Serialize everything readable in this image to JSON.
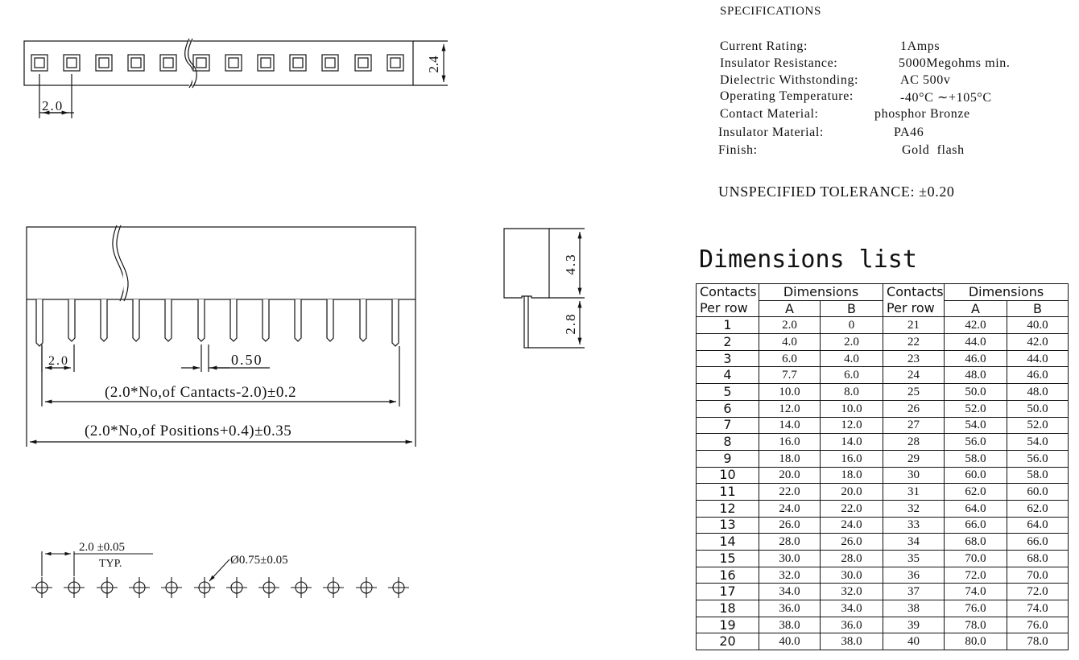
{
  "specifications": {
    "title": "SPECIFICATIONS",
    "rows": [
      {
        "label": "Current Rating:",
        "value": "1Amps"
      },
      {
        "label": "Insulator Resistance:",
        "value": "5000Megohms min."
      },
      {
        "label": "Dielectric Withstonding:",
        "value": "AC 500v"
      },
      {
        "label": "Operating Temperature:",
        "value": "-40°C ∼+105°C"
      },
      {
        "label": "Contact Material:",
        "value": "phosphor Bronze"
      },
      {
        "label": "Insulator Material:",
        "value": "PA46"
      },
      {
        "label": "Finish:",
        "value": "Gold  flash"
      }
    ],
    "tolerance": "UNSPECIFIED TOLERANCE: ±0.20"
  },
  "drawing": {
    "top_view": {
      "pitch": "2.0",
      "height": "2.4"
    },
    "front_view": {
      "pitch": "2.0",
      "pin_width": "0.50",
      "contacts_formula": "(2.0*No,of Cantacts-2.0)±0.2",
      "positions_formula": "(2.0*No,of Positions+0.4)±0.35"
    },
    "side_view": {
      "body_height": "4.3",
      "pin_length": "2.8"
    },
    "footprint": {
      "pitch": "2.0 ±0.05",
      "typ": "TYP.",
      "hole": "Ø0.75±0.05"
    }
  },
  "dimensions_list": {
    "title": "Dimensions list",
    "headers": {
      "contacts": "Contacts",
      "per_row": "Per row",
      "dimensions": "Dimensions",
      "a": "A",
      "b": "B"
    },
    "rows": [
      [
        "1",
        "2.0",
        "0",
        "21",
        "42.0",
        "40.0"
      ],
      [
        "2",
        "4.0",
        "2.0",
        "22",
        "44.0",
        "42.0"
      ],
      [
        "3",
        "6.0",
        "4.0",
        "23",
        "46.0",
        "44.0"
      ],
      [
        "4",
        "7.7",
        "6.0",
        "24",
        "48.0",
        "46.0"
      ],
      [
        "5",
        "10.0",
        "8.0",
        "25",
        "50.0",
        "48.0"
      ],
      [
        "6",
        "12.0",
        "10.0",
        "26",
        "52.0",
        "50.0"
      ],
      [
        "7",
        "14.0",
        "12.0",
        "27",
        "54.0",
        "52.0"
      ],
      [
        "8",
        "16.0",
        "14.0",
        "28",
        "56.0",
        "54.0"
      ],
      [
        "9",
        "18.0",
        "16.0",
        "29",
        "58.0",
        "56.0"
      ],
      [
        "10",
        "20.0",
        "18.0",
        "30",
        "60.0",
        "58.0"
      ],
      [
        "11",
        "22.0",
        "20.0",
        "31",
        "62.0",
        "60.0"
      ],
      [
        "12",
        "24.0",
        "22.0",
        "32",
        "64.0",
        "62.0"
      ],
      [
        "13",
        "26.0",
        "24.0",
        "33",
        "66.0",
        "64.0"
      ],
      [
        "14",
        "28.0",
        "26.0",
        "34",
        "68.0",
        "66.0"
      ],
      [
        "15",
        "30.0",
        "28.0",
        "35",
        "70.0",
        "68.0"
      ],
      [
        "16",
        "32.0",
        "30.0",
        "36",
        "72.0",
        "70.0"
      ],
      [
        "17",
        "34.0",
        "32.0",
        "37",
        "74.0",
        "72.0"
      ],
      [
        "18",
        "36.0",
        "34.0",
        "38",
        "76.0",
        "74.0"
      ],
      [
        "19",
        "38.0",
        "36.0",
        "39",
        "78.0",
        "76.0"
      ],
      [
        "20",
        "40.0",
        "38.0",
        "40",
        "80.0",
        "78.0"
      ]
    ]
  }
}
